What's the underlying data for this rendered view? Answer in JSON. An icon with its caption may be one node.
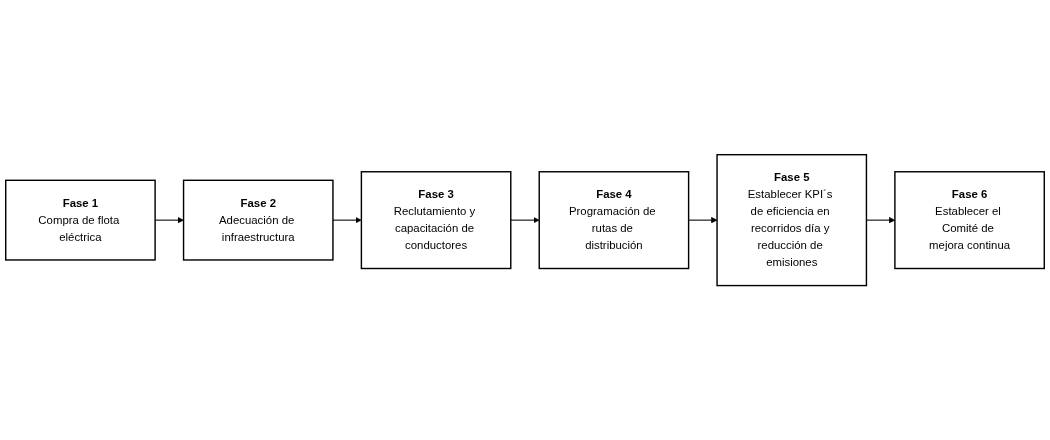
{
  "diagram": {
    "nodes": [
      {
        "text": [
          "Fase 1",
          "Compra de flota eléctrica"
        ]
      },
      {
        "text": [
          "Fase 2",
          "Adecuación de infraestructura"
        ]
      },
      {
        "text": [
          "Fase 3",
          "Reclutamiento y capacitación de conductores"
        ]
      },
      {
        "text": [
          "Fase 4",
          "Programación de rutas de distribución"
        ]
      },
      {
        "text": [
          "Fase 5",
          "Establecer KPI´s de eficiencia en recorridos día y reducción de emisiones"
        ]
      },
      {
        "text": [
          "Fase 6",
          "Establecer el Comité de mejora continua"
        ]
      }
    ],
    "edges": [
      {
        "from": 0,
        "to": 1,
        "arrow": "to"
      },
      {
        "from": 1,
        "to": 2,
        "arrow": "to"
      },
      {
        "from": 2,
        "to": 3,
        "arrow": "to"
      },
      {
        "from": 3,
        "to": 4,
        "arrow": "to"
      },
      {
        "from": 4,
        "to": 5,
        "arrow": "to"
      }
    ]
  }
}
